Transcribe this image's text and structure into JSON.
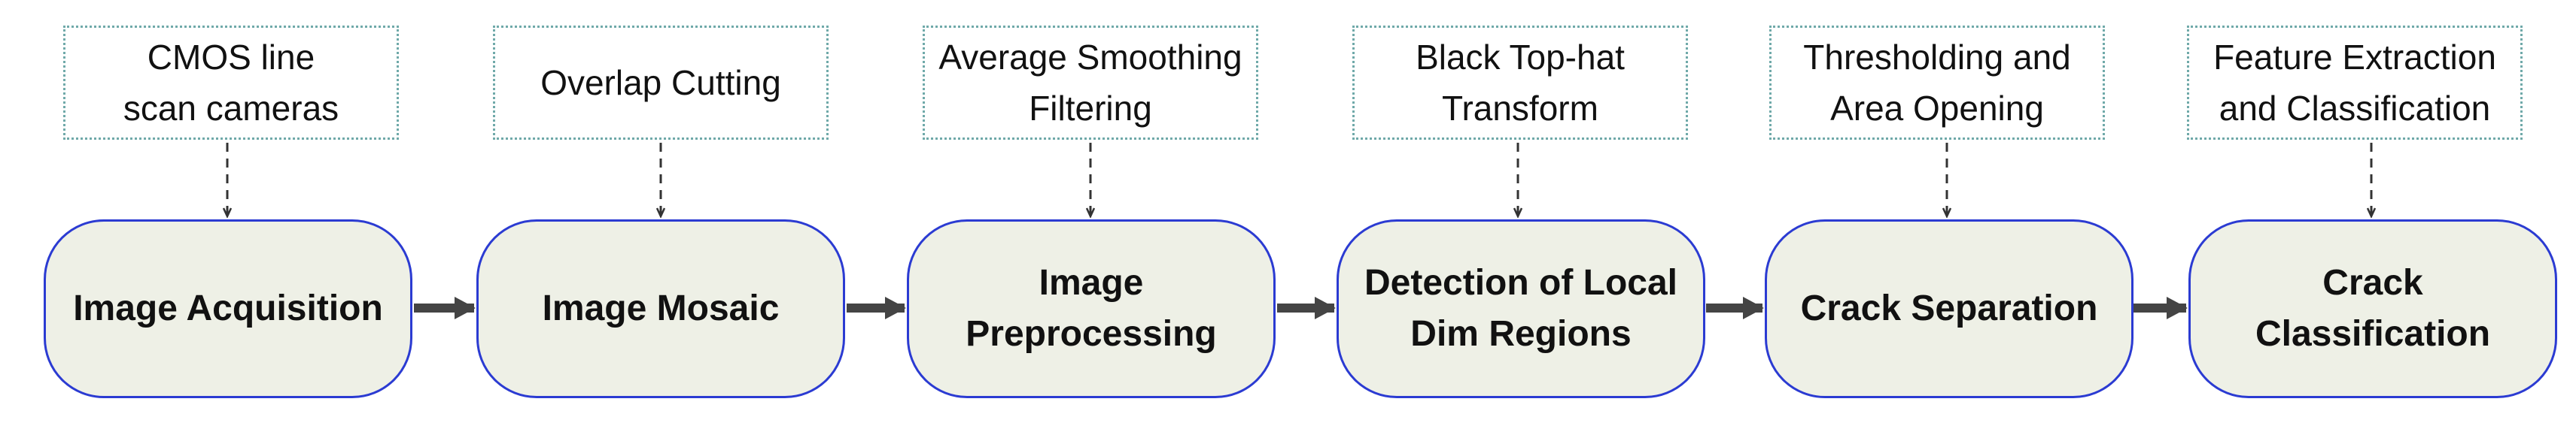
{
  "diagram": {
    "method_boxes": [
      {
        "label": "CMOS line\nscan cameras"
      },
      {
        "label": "Overlap Cutting"
      },
      {
        "label": "Average Smoothing\nFiltering"
      },
      {
        "label": "Black Top-hat\nTransform"
      },
      {
        "label": "Thresholding and\nArea Opening"
      },
      {
        "label": "Feature Extraction\nand Classification"
      }
    ],
    "stages": [
      {
        "label": "Image Acquisition"
      },
      {
        "label": "Image Mosaic"
      },
      {
        "label": "Image\nPreprocessing"
      },
      {
        "label": "Detection of Local\nDim Regions"
      },
      {
        "label": "Crack Separation"
      },
      {
        "label": "Crack\nClassification"
      }
    ],
    "colors": {
      "stage_fill": "#eef0e6",
      "stage_border": "#2b3bd2",
      "method_border": "#6fa9a9",
      "arrow": "#444444",
      "dashed_arrow": "#333333"
    }
  }
}
